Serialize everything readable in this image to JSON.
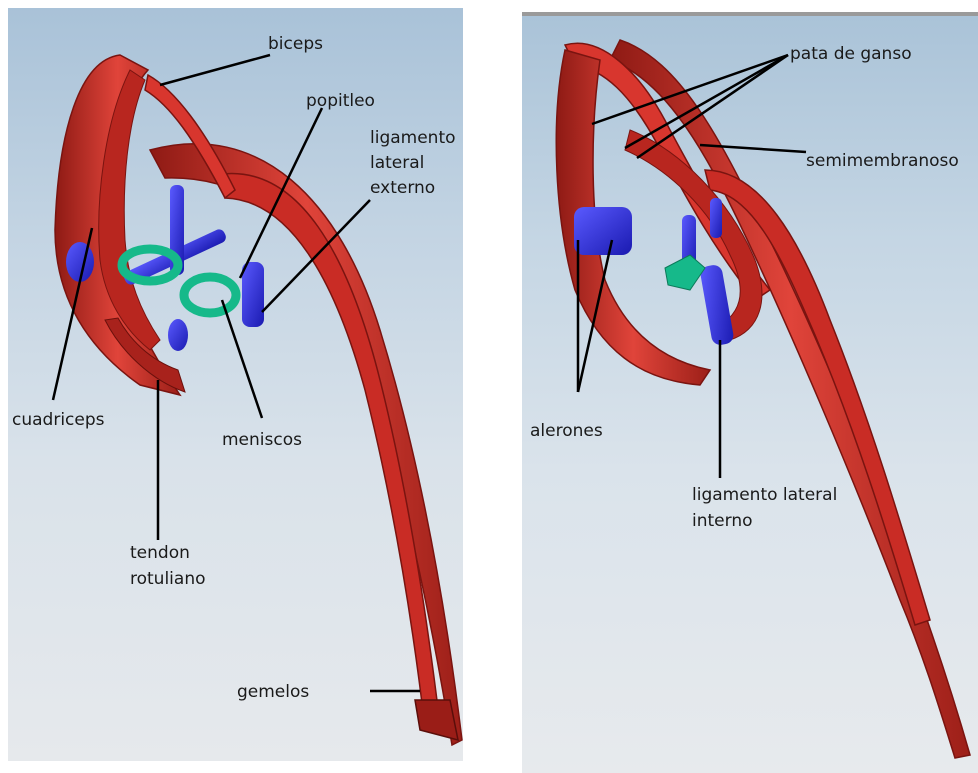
{
  "labels": {
    "biceps": "biceps",
    "popitleo": "popitleo",
    "ligamento_lateral_externo": "ligamento\nlateral\nexterno",
    "cuadriceps": "cuadriceps",
    "meniscos": "meniscos",
    "tendon_rotuliano": "tendon\nrotuliano",
    "gemelos": "gemelos",
    "pata_de_ganso": "pata de ganso",
    "semimembranoso": "semimembranoso",
    "alerones": "alerones",
    "ligamento_lateral_interno": "ligamento lateral\ninterno"
  },
  "colors": {
    "muscle": "#d0312b",
    "muscle_dark": "#7a1410",
    "ligament": "#2a2ad8",
    "meniscus": "#16b98a",
    "leader_line": "#000000"
  }
}
